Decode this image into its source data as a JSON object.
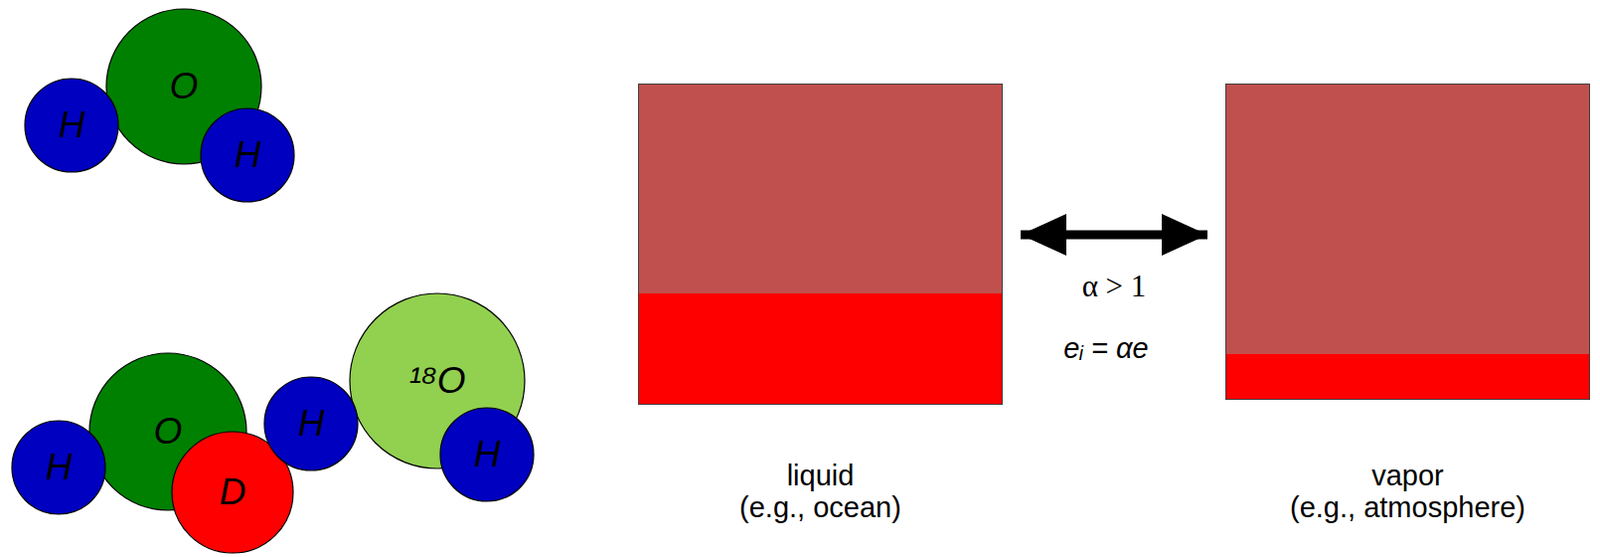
{
  "diagram": {
    "nodes": [
      {
        "text": [
          "H"
        ]
      },
      {
        "text": [
          "O"
        ]
      },
      {
        "text": [
          "H"
        ]
      },
      {
        "text": [
          "H"
        ]
      },
      {
        "text": [
          "O"
        ]
      },
      {
        "text": [
          "D"
        ]
      },
      {
        "text": [
          "H"
        ]
      },
      {
        "text": [
          "¹⁸O"
        ]
      },
      {
        "text": [
          "H"
        ]
      },
      {
        "text": [
          "liquid",
          "(e.g., ocean)"
        ]
      },
      {
        "text": [
          "vapor",
          "(e.g., atmosphere)"
        ]
      }
    ],
    "edges": [
      {
        "from": 9,
        "to": 10,
        "arrow": "both",
        "label": "α > 1"
      }
    ],
    "labels": [
      "eᵢ = αe"
    ]
  }
}
